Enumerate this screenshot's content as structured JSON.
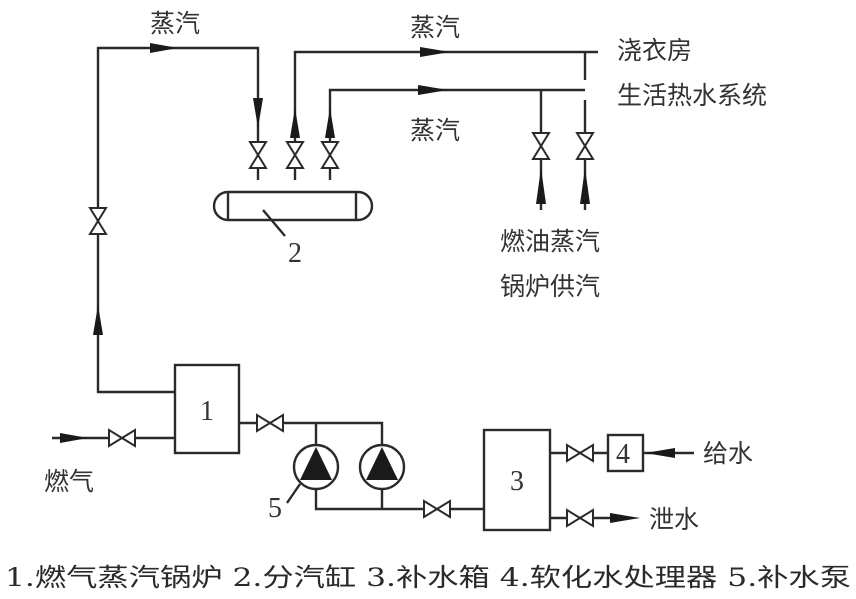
{
  "diagram": {
    "type": "process-flow",
    "labels": {
      "steam_top_left": "蒸汽",
      "steam_top_right": "蒸汽",
      "steam_mid": "蒸汽",
      "laundry": "浇衣房",
      "hot_water_system": "生活热水系统",
      "oil_boiler_line1": "燃油蒸汽",
      "oil_boiler_line2": "锅炉供汽",
      "gas": "燃气",
      "feed_water": "给水",
      "drain_water": "泄水"
    },
    "components": [
      {
        "id": "1",
        "name": "燃气蒸汽锅炉"
      },
      {
        "id": "2",
        "name": "分汽缸"
      },
      {
        "id": "3",
        "name": "补水箱"
      },
      {
        "id": "4",
        "name": "软化水处理器"
      },
      {
        "id": "5",
        "name": "补水泵"
      }
    ],
    "caption": "1.燃气蒸汽锅炉 2.分汽缸 3.补水箱 4.软化水处理器 5.补水泵"
  }
}
